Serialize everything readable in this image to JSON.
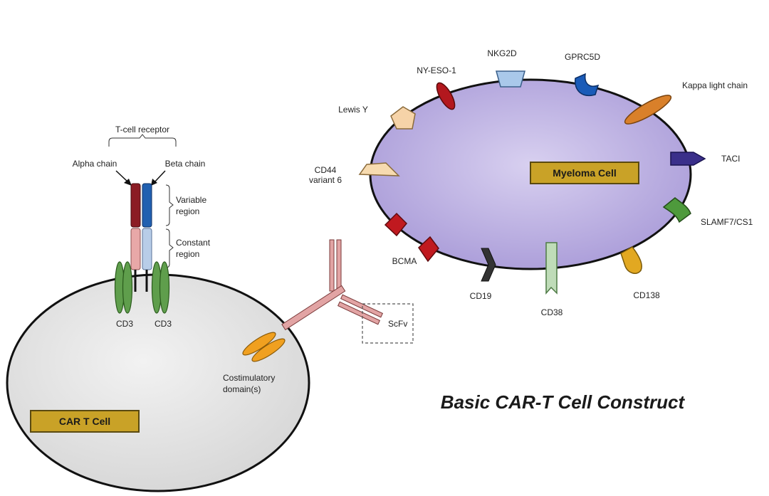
{
  "title": "Basic CAR-T Cell Construct",
  "car_t_cell": {
    "name": "CAR T Cell",
    "tcr_label": "T-cell receptor",
    "alpha_label": "Alpha chain",
    "beta_label": "Beta chain",
    "variable_label": [
      "Variable",
      "region"
    ],
    "constant_label": [
      "Constant",
      "region"
    ],
    "cd3_left": "CD3",
    "cd3_right": "CD3",
    "costim_label": [
      "Costimulatory",
      "domain(s)"
    ],
    "scfv_label": "ScFv"
  },
  "myeloma_cell": {
    "name": "Myeloma Cell",
    "antigens": {
      "ny_eso_1": "NY-ESO-1",
      "nkg2d": "NKG2D",
      "gprc5d": "GPRC5D",
      "kappa": "Kappa light chain",
      "lewis_y": "Lewis Y",
      "cd44v6": [
        "CD44",
        "variant 6"
      ],
      "taci": "TACI",
      "slamf7": "SLAMF7/CS1",
      "bcma": "BCMA",
      "cd19": "CD19",
      "cd38": "CD38",
      "cd138": "CD138"
    }
  },
  "colors": {
    "car_t_fill": "#e6e6e6",
    "myeloma_fill": "#b9aee0",
    "label_box": "#c9a227",
    "alpha_variable": "#8b1c24",
    "beta_variable": "#2160b0",
    "alpha_constant": "#e8a8a8",
    "beta_constant": "#b8cde8",
    "cd3_green": "#5f9e4c",
    "costim_orange": "#f0a020",
    "car_pink": "#e2a4a4"
  }
}
